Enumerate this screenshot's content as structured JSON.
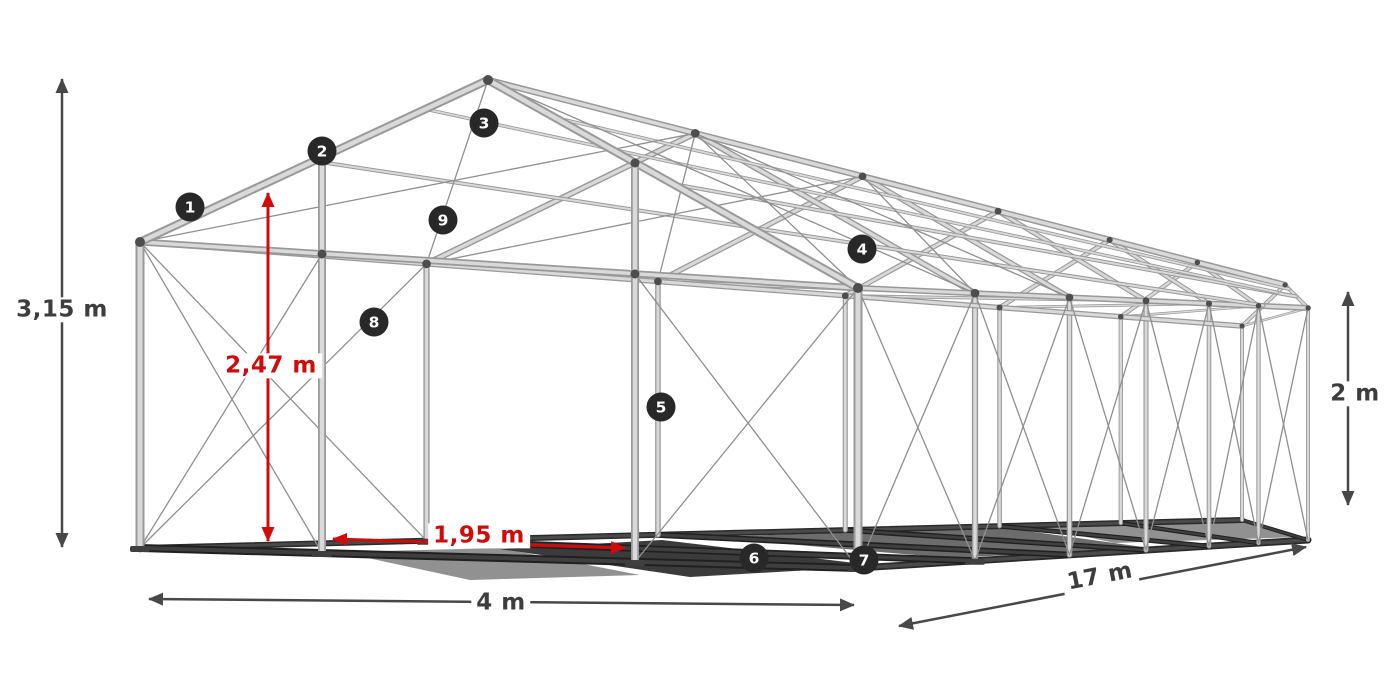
{
  "markers": [
    "1",
    "2",
    "3",
    "4",
    "5",
    "6",
    "7",
    "8",
    "9"
  ],
  "dimensions": {
    "total_height": "3,15 m",
    "clearance_height": "2,47 m",
    "bay_width": "1,95 m",
    "width": "4 m",
    "length": "17 m",
    "side_height": "2 m"
  },
  "colors": {
    "accent_red": "#d20a0a",
    "dimension_text": "#3d3d3d",
    "arrow": "#484848",
    "marker_background": "#282828",
    "marker_text": "#ffffff",
    "tube_light": "#d9d9d9",
    "tube_dark": "#999999",
    "cable": "#8f8f8f",
    "floor_dark": "#202020",
    "floor_mid": "#3f3f3f",
    "joint": "#4d4d4d"
  }
}
